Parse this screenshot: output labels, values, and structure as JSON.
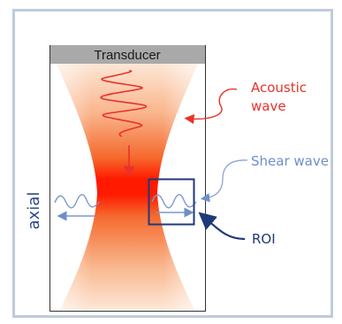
{
  "labels": {
    "transducer": "Transducer",
    "acoustic_line1": "Acoustic",
    "acoustic_line2": "wave",
    "shear_wave": "Shear wave",
    "roi": "ROI",
    "axial": "axial"
  },
  "colors": {
    "outer_border": "#b9c6d8",
    "transducer_bar": "#a8a8a8",
    "acoustic_red": "#e8322a",
    "beam_orange": "#f37a3a",
    "focus_red": "#ff1200",
    "shear_blue_light": "#7c97cf",
    "roi_blue_dark": "#1f3a78",
    "axial_blue": "#2b4a8e"
  },
  "icons": {
    "acoustic_wave": "red-sine-wave",
    "shear_wave_left": "blue-sine-wave",
    "shear_wave_right": "blue-sine-wave"
  }
}
